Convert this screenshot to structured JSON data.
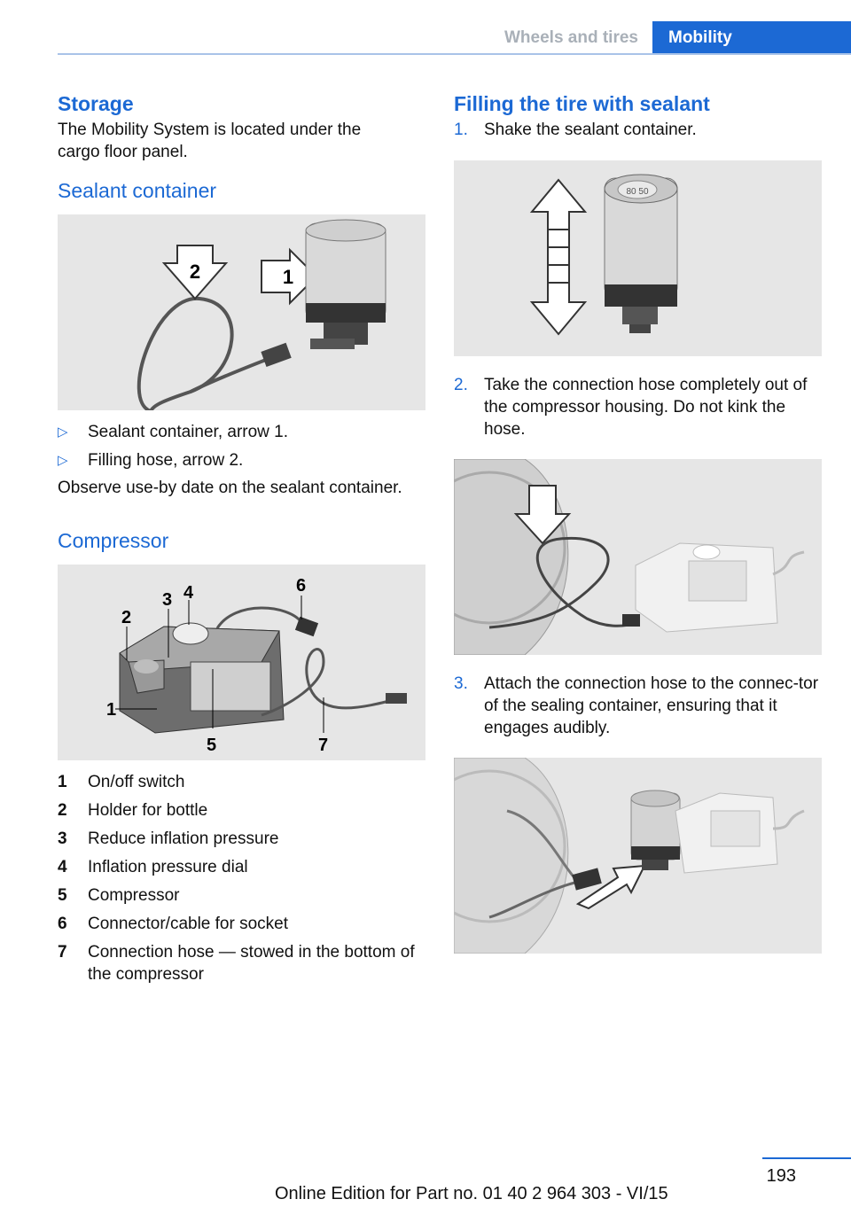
{
  "header": {
    "section": "Wheels and tires",
    "chapter": "Mobility"
  },
  "left": {
    "storage_title": "Storage",
    "storage_text": "The Mobility System is located under the cargo floor panel.",
    "sealant_title": "Sealant container",
    "sealant_fig_labels": [
      "2",
      "1"
    ],
    "sealant_bullets": [
      "Sealant container, arrow 1.",
      "Filling hose, arrow 2."
    ],
    "sealant_note": "Observe use-by date on the sealant container.",
    "compressor_title": "Compressor",
    "compressor_fig_labels": [
      "1",
      "2",
      "3",
      "4",
      "5",
      "6",
      "7"
    ],
    "legend": [
      {
        "num": "1",
        "text": "On/off switch"
      },
      {
        "num": "2",
        "text": "Holder for bottle"
      },
      {
        "num": "3",
        "text": "Reduce inflation pressure"
      },
      {
        "num": "4",
        "text": "Inflation pressure dial"
      },
      {
        "num": "5",
        "text": "Compressor"
      },
      {
        "num": "6",
        "text": "Connector/cable for socket"
      },
      {
        "num": "7",
        "text": "Connection hose — stowed in the bottom of the compressor"
      }
    ]
  },
  "right": {
    "title": "Filling the tire with sealant",
    "steps": [
      {
        "num": "1.",
        "text": "Shake the sealant container."
      },
      {
        "num": "2.",
        "text": "Take the connection hose completely out of the compressor housing. Do not kink the hose."
      },
      {
        "num": "3.",
        "text": "Attach the connection hose to the connec‐tor of the sealing container, ensuring that it engages audibly."
      }
    ],
    "dial_label": "80 50"
  },
  "footer": {
    "page": "193",
    "edition": "Online Edition for Part no. 01 40 2 964 303 - VI/15"
  }
}
